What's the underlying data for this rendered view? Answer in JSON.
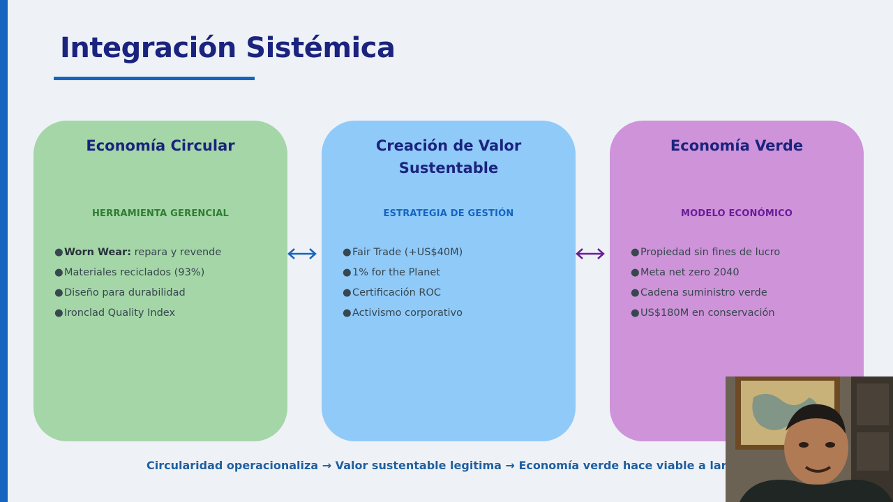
{
  "slide": {
    "title": "Integración Sistémica",
    "cards": [
      {
        "title": "Economía Circular",
        "subtitle": "HERRAMIENTA GERENCIAL",
        "bullets": [
          {
            "bold": "Worn Wear:",
            "text": " repara y revende"
          },
          {
            "bold": "",
            "text": "Materiales reciclados (93%)"
          },
          {
            "bold": "",
            "text": "Diseño para durabilidad"
          },
          {
            "bold": "",
            "text": "Ironclad Quality Index"
          }
        ]
      },
      {
        "title": "Creación de Valor Sustentable",
        "subtitle": "ESTRATEGIA DE GESTIÓN",
        "bullets": [
          {
            "bold": "",
            "text": "Fair Trade (+US$40M)"
          },
          {
            "bold": "",
            "text": "1% for the Planet"
          },
          {
            "bold": "",
            "text": "Certificación ROC"
          },
          {
            "bold": "",
            "text": "Activismo corporativo"
          }
        ]
      },
      {
        "title": "Economía Verde",
        "subtitle": "MODELO ECONÓMICO",
        "bullets": [
          {
            "bold": "",
            "text": "Propiedad sin fines de lucro"
          },
          {
            "bold": "",
            "text": "Meta net zero 2040"
          },
          {
            "bold": "",
            "text": "Cadena suministro verde"
          },
          {
            "bold": "",
            "text": "US$180M en conservación"
          }
        ]
      }
    ],
    "footer": "Circularidad operacionaliza → Valor sustentable legitima → Economía verde hace viable a largo plazo",
    "bullet_glyph": "●"
  },
  "colors": {
    "background": "#eef2f7",
    "accent": "#1565c0",
    "title": "#1a237e",
    "card_green": "#a5d6a7",
    "card_blue": "#90caf9",
    "card_purple": "#ce93d8",
    "arrow_blue": "#1565c0",
    "arrow_purple": "#6a1b9a"
  },
  "icons": {
    "arrow_1": "double-arrow-icon",
    "arrow_2": "double-arrow-icon"
  }
}
